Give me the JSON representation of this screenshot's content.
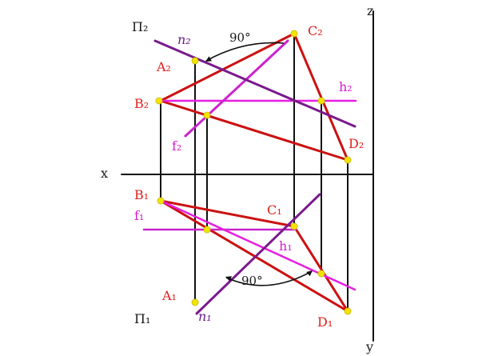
{
  "labels": {
    "z": "z",
    "y": "y",
    "x": "x",
    "P2": "П₂",
    "P1": "П₁",
    "n2": "n₂",
    "n1": "n₁",
    "angle_top": "90°",
    "angle_bottom": "90°",
    "A2": "A₂",
    "B2": "B₂",
    "C2": "C₂",
    "D2": "D₂",
    "h2": "h₂",
    "f2": "f₂",
    "B1": "B₁",
    "C1": "C₁",
    "f1": "f₁",
    "h1": "h₁",
    "A1": "A₁",
    "D1": "D₁"
  },
  "colors": {
    "axis": "#111111",
    "triangle": "#cc1111",
    "projection_line": "#111111",
    "horizontal_h": "#e61ee0",
    "frontal_f": "#cc22cc",
    "normal_n": "#7a1a8c",
    "point": "#f2e400",
    "arrow": "#111111"
  }
}
